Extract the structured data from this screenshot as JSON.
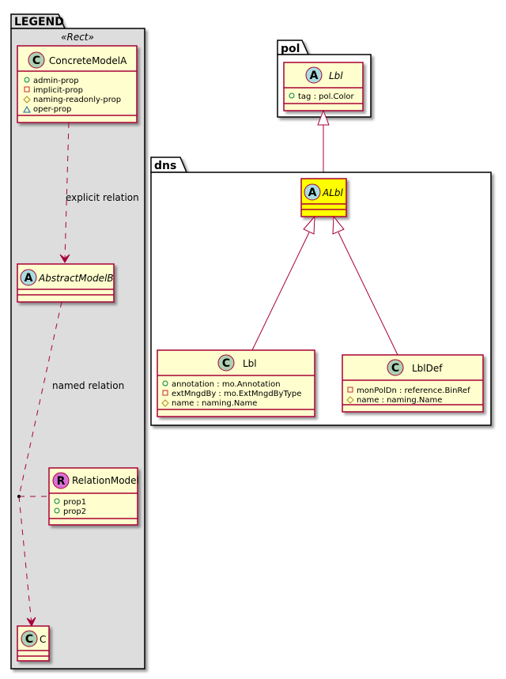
{
  "colors": {
    "class_fill": "#FEFECE",
    "class_border": "#A80036",
    "highlight_fill": "#FFFF00",
    "legend_fill": "#DDDDDD",
    "class_icon": "#ADD1B2",
    "abstract_icon": "#A9DCDF",
    "relation_icon": "#DA70D6"
  },
  "legend": {
    "package_name": "LEGEND",
    "stereotype": "«Rect»",
    "concrete": {
      "icon": "C",
      "name": "ConcreteModelA",
      "attributes": [
        {
          "visibility": "public",
          "text": "admin-prop"
        },
        {
          "visibility": "private",
          "text": "implicit-prop"
        },
        {
          "visibility": "protected",
          "text": "naming-readonly-prop"
        },
        {
          "visibility": "package",
          "text": "oper-prop"
        }
      ]
    },
    "explicit_label": "explicit relation",
    "abstract": {
      "icon": "A",
      "name": "AbstractModelB"
    },
    "named_label": "named relation",
    "relation": {
      "icon": "R",
      "name": "RelationModel",
      "attributes": [
        {
          "visibility": "public",
          "text": "prop1"
        },
        {
          "visibility": "public",
          "text": "prop2"
        }
      ]
    },
    "target": {
      "icon": "C",
      "name": "C"
    }
  },
  "pol": {
    "package_name": "pol",
    "lbl": {
      "icon": "A",
      "name": "Lbl",
      "attributes": [
        {
          "visibility": "public",
          "text": "tag : pol.Color"
        }
      ]
    }
  },
  "dns": {
    "package_name": "dns",
    "albl": {
      "icon": "A",
      "name": "ALbl"
    },
    "lbl": {
      "icon": "C",
      "name": "Lbl",
      "attributes": [
        {
          "visibility": "public",
          "text": "annotation : mo.Annotation"
        },
        {
          "visibility": "private",
          "text": "extMngdBy : mo.ExtMngdByType"
        },
        {
          "visibility": "protected",
          "text": "name : naming.Name"
        }
      ]
    },
    "lbldef": {
      "icon": "C",
      "name": "LblDef",
      "attributes": [
        {
          "visibility": "private",
          "text": "monPolDn : reference.BinRef"
        },
        {
          "visibility": "protected",
          "text": "name : naming.Name"
        }
      ]
    }
  }
}
